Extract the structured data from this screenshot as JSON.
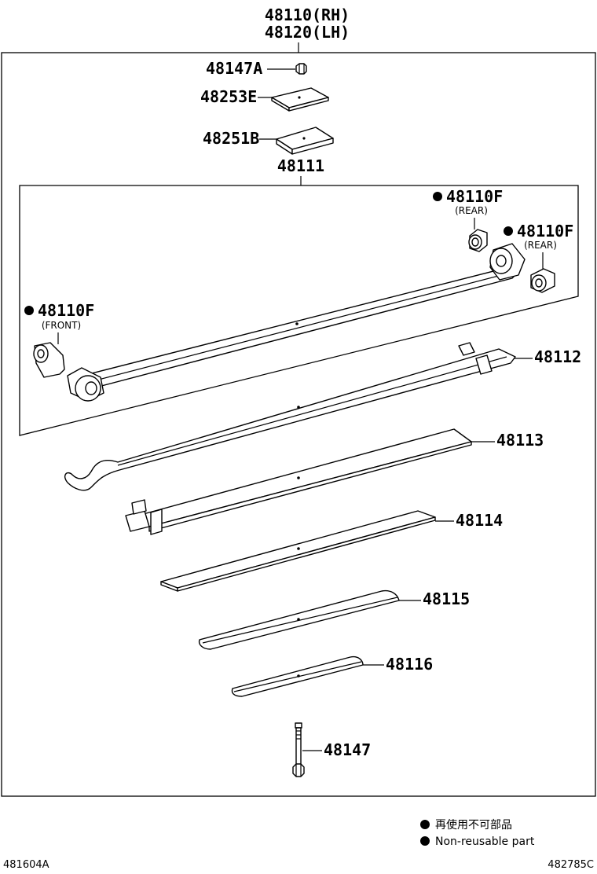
{
  "assembly": {
    "rh": "48110(RH)",
    "lh": "48120(LH)"
  },
  "parts": {
    "nut": "48147A",
    "seat_upper": "48253E",
    "seat_lower": "48251B",
    "main_leaf_assy": "48111",
    "bushing_rear_1": "48110F",
    "bushing_rear_1_note": "(REAR)",
    "bushing_rear_2": "48110F",
    "bushing_rear_2_note": "(REAR)",
    "bushing_front": "48110F",
    "bushing_front_note": "(FRONT)",
    "leaf_2": "48112",
    "leaf_3": "48113",
    "leaf_4": "48114",
    "leaf_5": "48115",
    "leaf_6": "48116",
    "center_bolt": "48147"
  },
  "legend": {
    "jp": "再使用不可部品",
    "en": "Non-reusable part"
  },
  "codes": {
    "left": "481604A",
    "right": "482785C"
  }
}
